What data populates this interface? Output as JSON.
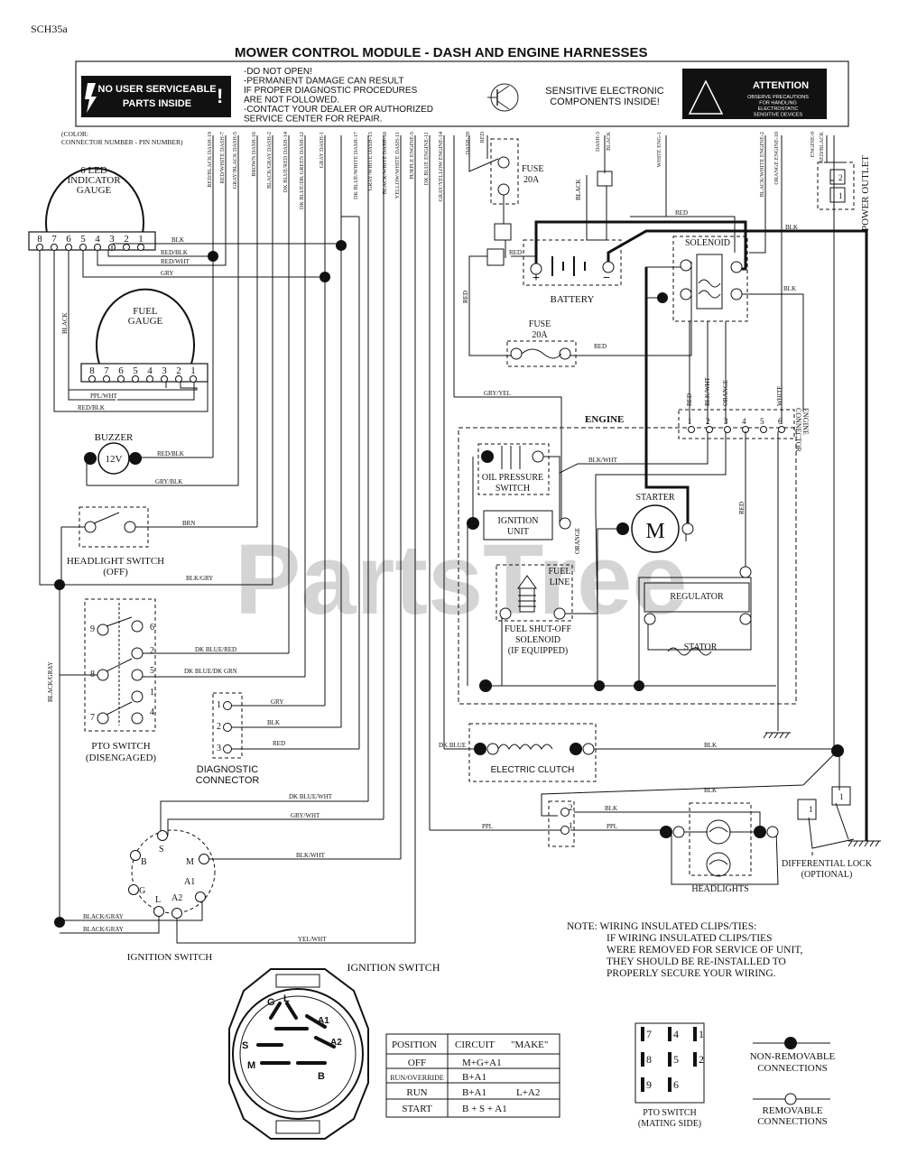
{
  "sheet_code": "SCH35a",
  "title": "MOWER CONTROL MODULE - DASH AND ENGINE HARNESSES",
  "watermark": "PartsTree",
  "header": {
    "no_service_line1": "NO USER SERVICEABLE",
    "no_service_line2": "PARTS INSIDE",
    "warning_lines": [
      "-DO NOT OPEN!",
      "-PERMANENT DAMAGE CAN RESULT",
      " IF PROPER DIAGNOSTIC PROCEDURES",
      " ARE NOT FOLLOWED.",
      "-CONTACT YOUR DEALER OR AUTHORIZED",
      " SERVICE CENTER FOR REPAIR."
    ],
    "sensitive_line1": "SENSITIVE ELECTRONIC",
    "sensitive_line2": "COMPONENTS INSIDE!",
    "attention_title": "ATTENTION",
    "attention_lines": [
      "OBSERVE PRECAUTIONS",
      "FOR HANDLING",
      "ELECTROSTATIC",
      "SENSITIVE DEVICES"
    ]
  },
  "color_key_line1": "(COLOR:",
  "color_key_line2": "CONNECTOR NUMBER - PIN NUMBER)",
  "harness_wires": [
    "RED/BLACK DASH-19",
    "RED/WHITE DASH-7",
    "GRAY/BLACK DASH-5",
    "BROWN DASH-16",
    "BLACK/GRAY DASH-2",
    "DK BLUE/RED DASH-14",
    "DK BLUE/DK GREEN DASH-12",
    "GRAY DASH-1",
    "DK BLUE/WHITE DASH-17",
    "GRAY/WHITE DASH-15",
    "BLACK/WHITE DASH-18",
    "YELLOW/WHITE DASH-11",
    "PURPLE ENGINE-5",
    "DK BLUE ENGINE-11",
    "GRAY/YELLOW ENGINE-14",
    "DASH-20",
    "RED",
    "DASH-3",
    "BLACK",
    "WHITE ENG-1",
    "BLACK/WHITE ENGINE-2",
    "ORANGE ENGINE-10",
    "ENGINE-9",
    "RED/BLACK"
  ],
  "components": {
    "led_gauge_l1": "6 LED",
    "led_gauge_l2": "INDICATOR",
    "led_gauge_l3": "GAUGE",
    "pins8": [
      "8",
      "7",
      "6",
      "5",
      "4",
      "3",
      "2",
      "1"
    ],
    "fuel_gauge_l1": "FUEL",
    "fuel_gauge_l2": "GAUGE",
    "buzzer": "BUZZER",
    "buzzer_v": "12V",
    "headlight_switch_l1": "HEADLIGHT SWITCH",
    "headlight_switch_l2": "(OFF)",
    "pto_switch_l1": "PTO SWITCH",
    "pto_switch_l2": "(DISENGAGED)",
    "pto_pins": [
      "9",
      "6",
      "2",
      "8",
      "5",
      "1",
      "7",
      "4"
    ],
    "diag_l1": "DIAGNOSTIC",
    "diag_l2": "CONNECTOR",
    "diag_pins": [
      "1",
      "2",
      "3"
    ],
    "ign_switch_label": "IGNITION SWITCH",
    "ign_terms": [
      "S",
      "B",
      "M",
      "A1",
      "G",
      "L",
      "A2"
    ],
    "fuse_top": "FUSE",
    "fuse_top_rating": "20A",
    "battery": "BATTERY",
    "battery_plus": "+",
    "battery_minus": "−",
    "solenoid": "SOLENOID",
    "fuse_mid": "FUSE",
    "fuse_mid_rating": "20A",
    "engine": "ENGINE",
    "engine_connector_l1": "ENGINE",
    "engine_connector_l2": "CONNECTOR",
    "engine_pins": [
      "1",
      "2",
      "3",
      "4",
      "5",
      "6"
    ],
    "oil_l1": "OIL PRESSURE",
    "oil_l2": "SWITCH",
    "ignition_unit_l1": "IGNITION",
    "ignition_unit_l2": "UNIT",
    "starter": "STARTER",
    "starter_m": "M",
    "fuel_line_l1": "FUEL",
    "fuel_line_l2": "LINE",
    "fuel_shutoff_l1": "FUEL SHUT-OFF",
    "fuel_shutoff_l2": "SOLENOID",
    "fuel_shutoff_l3": "(IF EQUIPPED)",
    "regulator": "REGULATOR",
    "stator": "STATOR",
    "electric_clutch": "ELECTRIC CLUTCH",
    "power_outlet": "POWER OUTLET",
    "headlights": "HEADLIGHTS",
    "diff_lock_l1": "DIFFERENTIAL LOCK",
    "diff_lock_l2": "(OPTIONAL)",
    "relay_pins": [
      "2",
      "1"
    ]
  },
  "wire_labels": {
    "blk": "BLK",
    "red_blk": "RED/BLK",
    "red_wht": "RED/WHT",
    "gry": "GRY",
    "ppl_wht": "PPL/WHT",
    "blk2": "BLACK",
    "gry_blk": "GRY/BLK",
    "brn": "BRN",
    "blk_gry": "BLK/GRY",
    "dk_blue_red": "DK BLUE/RED",
    "dk_blue_dk_grn": "DK BLUE/DK GRN",
    "black_gray": "BLACK/GRAY",
    "red": "RED",
    "dk_blue_wht": "DK BLUE/WHT",
    "gry_wht": "GRY/WHT",
    "blk_wht": "BLK/WHT",
    "yel_wht": "YEL/WHT",
    "gry_yel": "GRY/YEL",
    "dk_blue": "DK BLUE",
    "ppl": "PPL",
    "orange": "ORANGE",
    "white": "WHITE",
    "black": "BLACK"
  },
  "note_lines": [
    "NOTE: WIRING INSULATED CLIPS/TIES:",
    "IF WIRING INSULATED CLIPS/TIES",
    "WERE REMOVED FOR SERVICE OF UNIT,",
    "THEY SHOULD BE RE-INSTALLED TO",
    "PROPERLY SECURE YOUR WIRING."
  ],
  "ign_switch_detail_title": "IGNITION SWITCH",
  "ign_table": {
    "headers": [
      "POSITION",
      "CIRCUIT",
      "\"MAKE\""
    ],
    "rows": [
      [
        "OFF",
        "M+G+A1",
        ""
      ],
      [
        "RUN/OVERRIDE",
        "B+A1",
        ""
      ],
      [
        "RUN",
        "B+A1",
        "L+A2"
      ],
      [
        "START",
        "B + S + A1",
        ""
      ]
    ]
  },
  "pto_mating": {
    "pins": [
      "7",
      "4",
      "1",
      "8",
      "5",
      "2",
      "9",
      "6"
    ],
    "label_l1": "PTO SWITCH",
    "label_l2": "(MATING SIDE)"
  },
  "legend": {
    "non_removable_l1": "NON-REMOVABLE",
    "non_removable_l2": "CONNECTIONS",
    "removable_l1": "REMOVABLE",
    "removable_l2": "CONNECTIONS"
  }
}
